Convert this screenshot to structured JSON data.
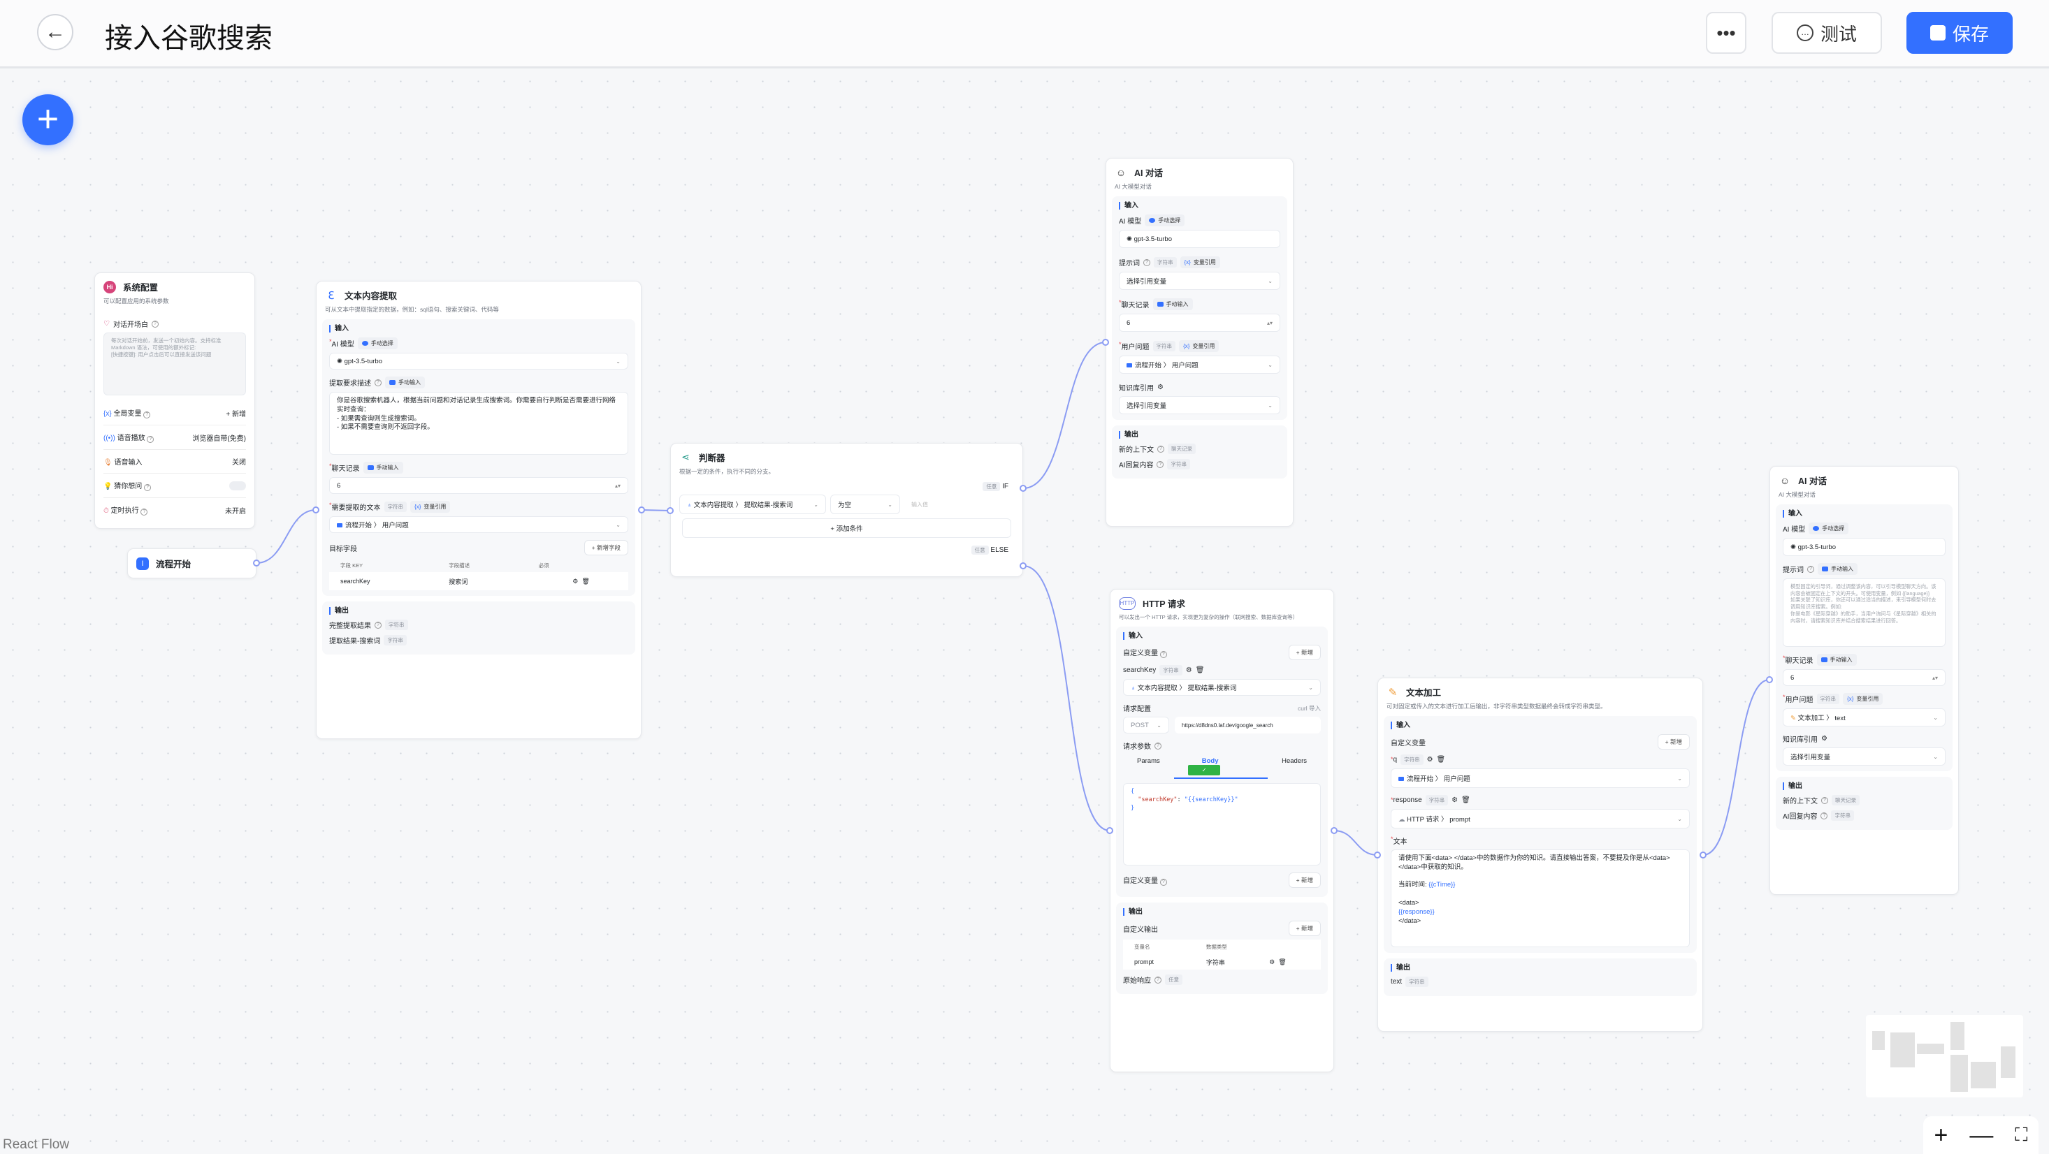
{
  "header": {
    "title": "接入谷歌搜索",
    "test_label": "测试",
    "save_label": "保存"
  },
  "canvas": {
    "add_label": "+",
    "watermark": "React Flow"
  },
  "system_config": {
    "title": "系统配置",
    "desc": "可以配置应用的系统参数",
    "welcome_label": "对话开场白",
    "welcome_placeholder": "每次对话开始前，发送一个初始内容。支持标准 Markdown 语法，可使用的额外标记:\n[快捷按键]: 用户点击后可以直接发送该问题",
    "rows": [
      {
        "label": "全局变量",
        "value": "+ 新增"
      },
      {
        "label": "语音播放",
        "value": "浏览器自带(免费)"
      },
      {
        "label": "语音输入",
        "value": "关闭"
      },
      {
        "label": "猜你想问",
        "toggle": false
      },
      {
        "label": "定时执行",
        "value": "未开启"
      }
    ]
  },
  "flow_start": {
    "title": "流程开始"
  },
  "text_extract": {
    "title": "文本内容提取",
    "desc": "可从文本中提取指定的数据，例如：sql语句、搜索关键词、代码等",
    "input_title": "输入",
    "model_label": "AI 模型",
    "model_tag": "手动选择",
    "model_value": "gpt-3.5-turbo",
    "desc_label": "提取要求描述",
    "desc_tag": "手动输入",
    "prompt": "你是谷歌搜索机器人，根据当前问题和对话记录生成搜索词。你需要自行判断是否需要进行网络实时查询：\n- 如果需查询则生成搜索词。\n- 如果不需要查询则不返回字段。",
    "history_label": "聊天记录",
    "history_tag": "手动输入",
    "history_value": "6",
    "text_label": "需要提取的文本",
    "text_type": "字符串",
    "text_tag": "变量引用",
    "text_ref_node": "流程开始",
    "text_ref_field": "用户问题",
    "fields_label": "目标字段",
    "add_field": "+ 新增字段",
    "columns": [
      "字段 KEY",
      "字段描述",
      "必须"
    ],
    "rows": [
      {
        "key": "searchKey",
        "desc": "搜索词"
      }
    ],
    "output_title": "输出",
    "outputs": [
      {
        "label": "完整提取结果",
        "type": "字符串"
      },
      {
        "label": "提取结果-搜索词",
        "type": "字符串"
      }
    ]
  },
  "judge": {
    "title": "判断器",
    "desc": "根据一定的条件，执行不同的分支。",
    "if_tag": "任意",
    "if_label": "IF",
    "cond_ref_node": "文本内容提取",
    "cond_ref_field": "提取结果-搜索词",
    "operator": "为空",
    "value_placeholder": "输入值",
    "add_condition": "+  添加条件",
    "else_tag": "任意",
    "else_label": "ELSE"
  },
  "ai_chat_1": {
    "title": "AI 对话",
    "desc": "AI 大模型对话",
    "input_title": "输入",
    "model_label": "AI 模型",
    "model_tag": "手动选择",
    "model_value": "gpt-3.5-turbo",
    "prompt_label": "提示词",
    "prompt_type": "字符串",
    "prompt_tag": "变量引用",
    "prompt_value": "选择引用变量",
    "history_label": "聊天记录",
    "history_tag": "手动输入",
    "history_value": "6",
    "question_label": "用户问题",
    "question_type": "字符串",
    "question_tag": "变量引用",
    "question_ref_node": "流程开始",
    "question_ref_field": "用户问题",
    "kb_label": "知识库引用",
    "kb_value": "选择引用变量",
    "output_title": "输出",
    "outputs": [
      {
        "label": "新的上下文",
        "type": "聊天记录"
      },
      {
        "label": "AI回复内容",
        "type": "字符串"
      }
    ]
  },
  "http": {
    "title": "HTTP 请求",
    "desc": "可以发出一个 HTTP 请求，实现更为复杂的操作（联网搜索、数据库查询等）",
    "input_title": "输入",
    "custom_var_label": "自定义变量",
    "add_label": "+ 新增",
    "var_name": "searchKey",
    "var_type": "字符串",
    "var_ref_node": "文本内容提取",
    "var_ref_field": "提取结果-搜索词",
    "req_config_label": "请求配置",
    "curl_import": "curl 导入",
    "method": "POST",
    "url": "https://d8dns0.laf.dev/google_search",
    "params_label": "请求参数",
    "tabs": [
      "Params",
      "Body",
      "Headers"
    ],
    "body_open": "{",
    "body_key": "\"searchKey\"",
    "body_colon": ": ",
    "body_value": "\"{{searchKey}}\"",
    "body_close": "}",
    "custom_var_label2": "自定义变量",
    "output_title": "输出",
    "custom_output_label": "自定义输出",
    "out_columns": [
      "变量名",
      "数据类型"
    ],
    "out_rows": [
      {
        "name": "prompt",
        "type": "字符串"
      }
    ],
    "raw_label": "原始响应",
    "raw_type": "任意"
  },
  "text_process": {
    "title": "文本加工",
    "desc": "可对固定或传入的文本进行加工后输出，非字符串类型数据最终会转成字符串类型。",
    "input_title": "输入",
    "custom_var_label": "自定义变量",
    "add_label": "+ 新增",
    "vars": [
      {
        "name": "q",
        "type": "字符串",
        "ref_node": "流程开始",
        "ref_field": "用户问题"
      },
      {
        "name": "response",
        "type": "字符串",
        "ref_node": "HTTP 请求",
        "ref_field": "prompt"
      }
    ],
    "text_label": "文本",
    "text_line1": "请使用下面<data> </data>中的数据作为你的知识。请直接输出答案，不要提及你是从<data> </data>中获取的知识。",
    "text_time_prefix": "当前时间: ",
    "text_time_var": "{{cTime}}",
    "text_open": "<data>",
    "text_response_var": "{{response}}",
    "text_close": "</data>",
    "output_title": "输出",
    "outputs": [
      {
        "label": "text",
        "type": "字符串"
      }
    ]
  },
  "ai_chat_2": {
    "title": "AI 对话",
    "desc": "AI 大模型对话",
    "input_title": "输入",
    "model_label": "AI 模型",
    "model_tag": "手动选择",
    "model_value": "gpt-3.5-turbo",
    "prompt_label": "提示词",
    "prompt_tag": "手动输入",
    "prompt_placeholder": "模型固定的引导词，通过调整该内容，可以引导模型聊天方向。该内容会被固定在上下文的开头。可使用变量，例如 {{language}}\n如果关联了知识库，你还可以通过适当的描述，来引导模型何时去调用知识库搜索。例如:\n你是电影《星际穿越》的助手，当用户询问与《星际穿越》相关的内容时，请搜索知识库并结合搜索结果进行回答。",
    "history_label": "聊天记录",
    "history_tag": "手动输入",
    "history_value": "6",
    "question_label": "用户问题",
    "question_type": "字符串",
    "question_tag": "变量引用",
    "question_ref_node": "文本加工",
    "question_ref_field": "text",
    "kb_label": "知识库引用",
    "kb_value": "选择引用变量",
    "output_title": "输出",
    "outputs": [
      {
        "label": "新的上下文",
        "type": "聊天记录"
      },
      {
        "label": "AI回复内容",
        "type": "字符串"
      }
    ]
  },
  "colors": {
    "accent": "#3370ff",
    "edge": "#8b9cf3"
  }
}
